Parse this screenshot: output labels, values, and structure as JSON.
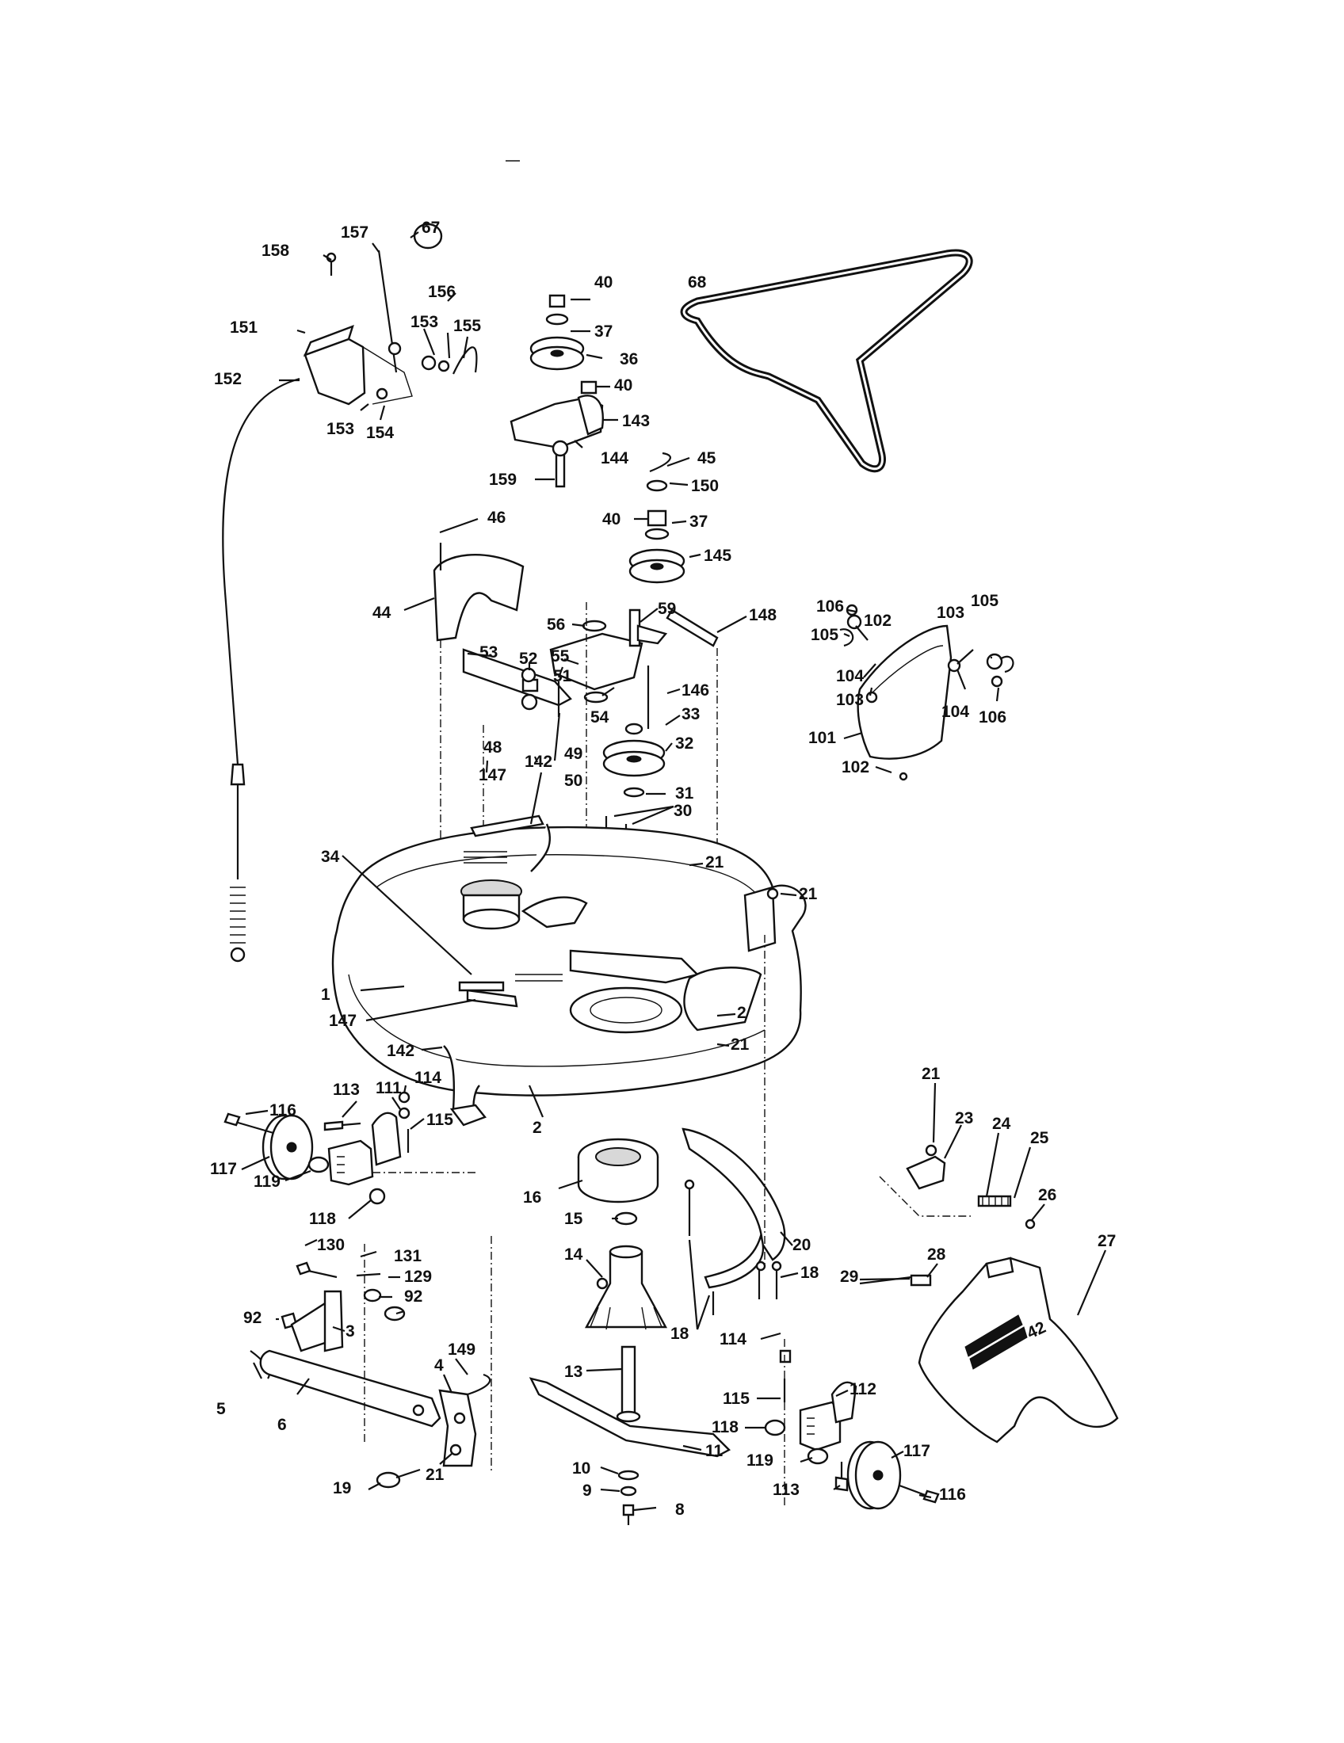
{
  "diagram": {
    "labels": {
      "p1": "1",
      "p2a": "2",
      "p2b": "2",
      "p3": "3",
      "p4": "4",
      "p5": "5",
      "p6": "6",
      "p8": "8",
      "p9": "9",
      "p10": "10",
      "p11": "11",
      "p13": "13",
      "p14": "14",
      "p15": "15",
      "p16": "16",
      "p18a": "18",
      "p18b": "18",
      "p19": "19",
      "p20": "20",
      "p21a": "21",
      "p21b": "21",
      "p21c": "21",
      "p21d": "21",
      "p21e": "21",
      "p23": "23",
      "p24": "24",
      "p25": "25",
      "p26": "26",
      "p27": "27",
      "p28": "28",
      "p29": "29",
      "p30": "30",
      "p31": "31",
      "p32": "32",
      "p33": "33",
      "p34": "34",
      "p36": "36",
      "p37a": "37",
      "p37b": "37",
      "p40a": "40",
      "p40b": "40",
      "p40c": "40",
      "p44": "44",
      "p45": "45",
      "p46": "46",
      "p48": "48",
      "p49": "49",
      "p50": "50",
      "p51": "51",
      "p52": "52",
      "p53": "53",
      "p54": "54",
      "p55": "55",
      "p56": "56",
      "p59": "59",
      "p67": "67",
      "p68": "68",
      "p92a": "92",
      "p92b": "92",
      "p101": "101",
      "p102a": "102",
      "p102b": "102",
      "p103a": "103",
      "p103b": "103",
      "p104a": "104",
      "p104b": "104",
      "p105a": "105",
      "p105b": "105",
      "p106a": "106",
      "p106b": "106",
      "p111": "111",
      "p112": "112",
      "p113a": "113",
      "p113b": "113",
      "p114a": "114",
      "p114b": "114",
      "p115a": "115",
      "p115b": "115",
      "p116a": "116",
      "p116b": "116",
      "p117a": "117",
      "p117b": "117",
      "p118a": "118",
      "p118b": "118",
      "p119a": "119",
      "p119b": "119",
      "p129": "129",
      "p130": "130",
      "p131": "131",
      "p142a": "142",
      "p142b": "142",
      "p143": "143",
      "p144": "144",
      "p145": "145",
      "p146": "146",
      "p147a": "147",
      "p147b": "147",
      "p148": "148",
      "p149": "149",
      "p150": "150",
      "p151": "151",
      "p152": "152",
      "p153a": "153",
      "p153b": "153",
      "p154": "154",
      "p155": "155",
      "p156": "156",
      "p157": "157",
      "p158": "158",
      "p159": "159"
    },
    "deck_badge": "42"
  }
}
